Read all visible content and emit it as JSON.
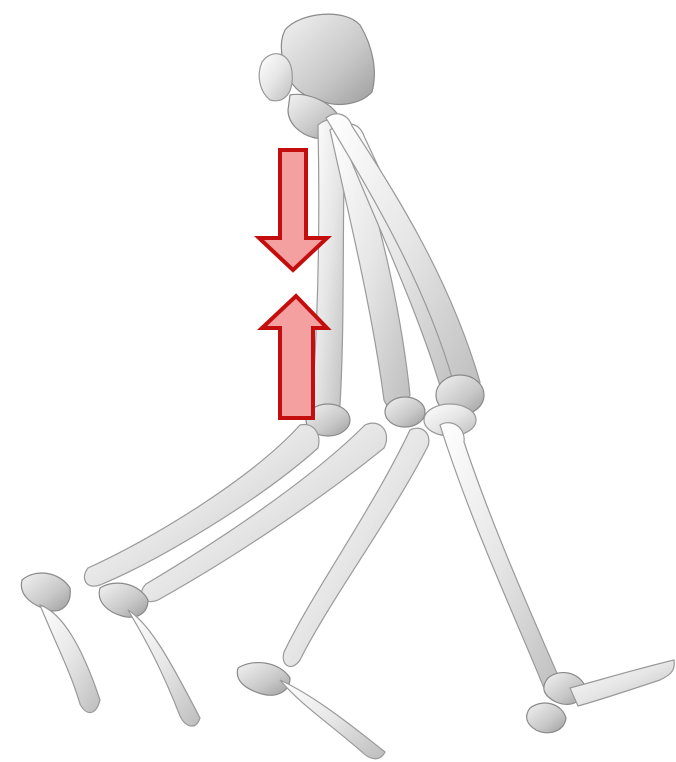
{
  "image": {
    "background_color": "#ffffff",
    "bone_color": "#e8e8e8",
    "arrow_fill_color": "#f4a0a0",
    "arrow_stroke_color": "#c40e0e"
  },
  "arrows": [
    {
      "direction": "down",
      "name": "downward-compression-arrow"
    },
    {
      "direction": "up",
      "name": "upward-compression-arrow"
    }
  ]
}
